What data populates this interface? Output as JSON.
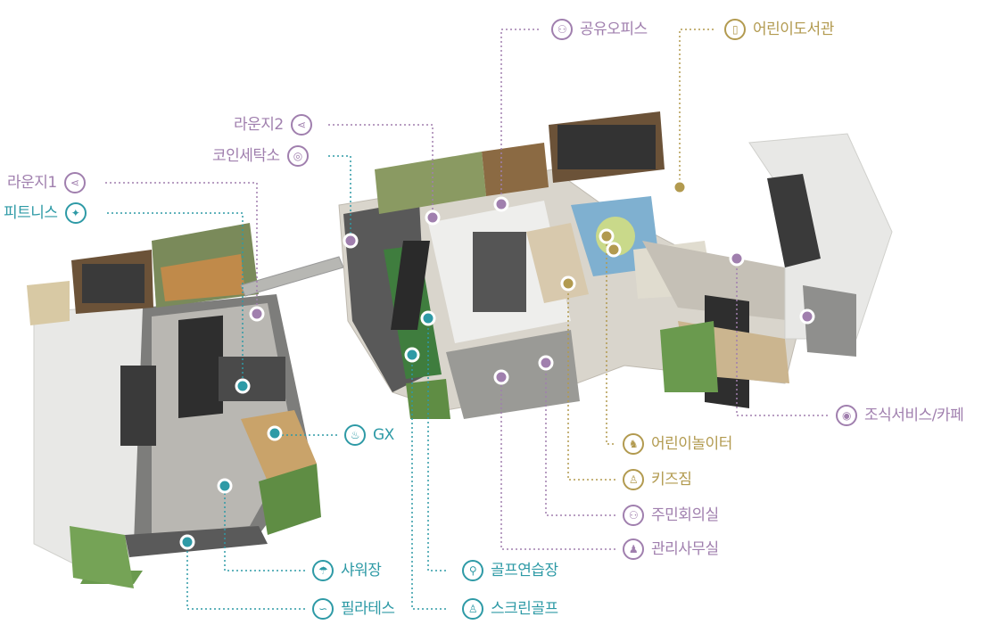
{
  "labels": {
    "lounge1": "라운지1",
    "fitness": "피트니스",
    "lounge2": "라운지2",
    "coin_laundry": "코인세탁소",
    "shared_office": "공유오피스",
    "kids_library": "어린이도서관",
    "breakfast_cafe": "조식서비스/카페",
    "playground": "어린이놀이터",
    "kids_gym": "키즈짐",
    "community_room": "주민회의실",
    "management_office": "관리사무실",
    "golf_practice": "골프연습장",
    "screen_golf": "스크린골프",
    "gx": "GX",
    "shower_room": "샤워장",
    "pilates": "필라테스"
  },
  "icons": {
    "lounge1": "share-icon",
    "fitness": "weightlifting-icon",
    "lounge2": "share-icon",
    "coin_laundry": "washing-machine-icon",
    "shared_office": "meeting-icon",
    "kids_library": "tablet-book-icon",
    "breakfast_cafe": "dish-utensils-icon",
    "playground": "rocking-horse-icon",
    "kids_gym": "kids-gym-icon",
    "community_room": "meeting-people-icon",
    "management_office": "staff-desk-icon",
    "golf_practice": "golf-swing-icon",
    "screen_golf": "golfer-icon",
    "gx": "gx-exercise-icon",
    "shower_room": "shower-icon",
    "pilates": "pilates-icon"
  },
  "colors": {
    "purple": "#a07fae",
    "gold": "#b29a4f",
    "teal": "#2e9aa6"
  }
}
